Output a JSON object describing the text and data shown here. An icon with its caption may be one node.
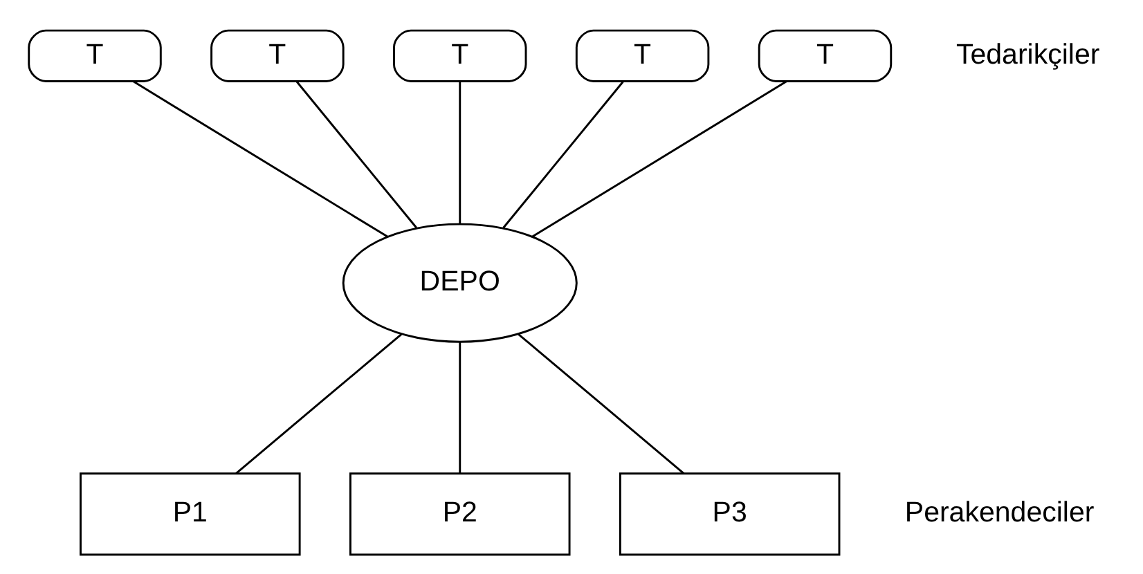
{
  "diagram": {
    "nodes": [
      {
        "text": [
          "T"
        ]
      },
      {
        "text": [
          "T"
        ]
      },
      {
        "text": [
          "T"
        ]
      },
      {
        "text": [
          "T"
        ]
      },
      {
        "text": [
          "T"
        ]
      },
      {
        "text": [
          "DEPO"
        ]
      },
      {
        "text": [
          "P1"
        ]
      },
      {
        "text": [
          "P2"
        ]
      },
      {
        "text": [
          "P3"
        ]
      }
    ],
    "edges": [
      {
        "from": 0,
        "to": 5,
        "arrow": "none"
      },
      {
        "from": 1,
        "to": 5,
        "arrow": "none"
      },
      {
        "from": 2,
        "to": 5,
        "arrow": "none"
      },
      {
        "from": 3,
        "to": 5,
        "arrow": "none"
      },
      {
        "from": 4,
        "to": 5,
        "arrow": "none"
      },
      {
        "from": 5,
        "to": 6,
        "arrow": "none"
      },
      {
        "from": 5,
        "to": 7,
        "arrow": "none"
      },
      {
        "from": 5,
        "to": 8,
        "arrow": "none"
      }
    ],
    "labels": [
      "Tedarikçiler",
      "Perakendeciler"
    ]
  }
}
